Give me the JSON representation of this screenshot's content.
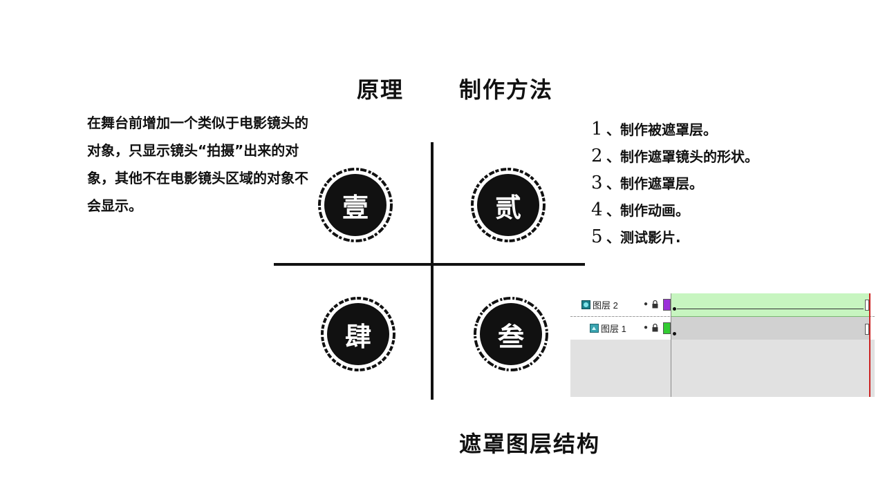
{
  "headings": {
    "principle": "原理",
    "method": "制作方法",
    "structure": "遮罩图层结构"
  },
  "principle_text": "在舞台前增加一个类似于电影镜头的对象，只显示镜头“拍摄”出来的对象，其他不在电影镜头区域的对象不会显示。",
  "seals": [
    "壹",
    "贰",
    "叁",
    "肆"
  ],
  "steps": [
    {
      "num": "1",
      "text": "、制作被遮罩层。"
    },
    {
      "num": "2",
      "text": "、制作遮罩镜头的形状。"
    },
    {
      "num": "3",
      "text": "、制作遮罩层。"
    },
    {
      "num": "4",
      "text": "、制作动画。"
    },
    {
      "num": "5",
      "text": "、测试影片."
    }
  ],
  "timeline": {
    "layers": [
      {
        "name": "图层 2",
        "type": "mask",
        "icon": "mask-layer-icon",
        "color": "#9b30d9"
      },
      {
        "name": "图层 1",
        "type": "masked",
        "icon": "masked-layer-icon",
        "color": "#33cc33"
      }
    ]
  }
}
